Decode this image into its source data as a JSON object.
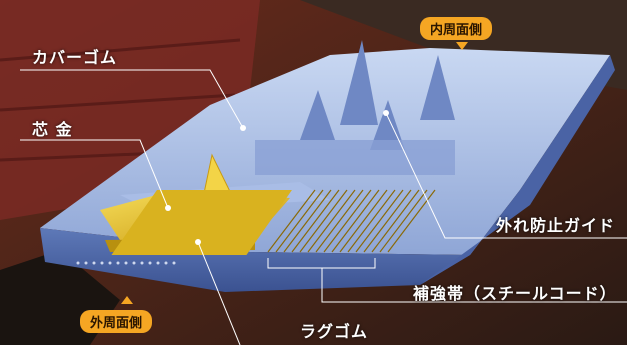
{
  "labels": {
    "cover_rubber": "カバーゴム",
    "core_metal": "芯 金",
    "guide": "外れ防止ガイド",
    "reinforcement": "補強帯（スチールコード）",
    "lug_rubber": "ラグゴム",
    "inner_side": "内周面側",
    "outer_side": "外周面側"
  },
  "colors": {
    "pill": "#f5a623",
    "rubber": "#8fa8d8",
    "core": "#e0b82a"
  }
}
